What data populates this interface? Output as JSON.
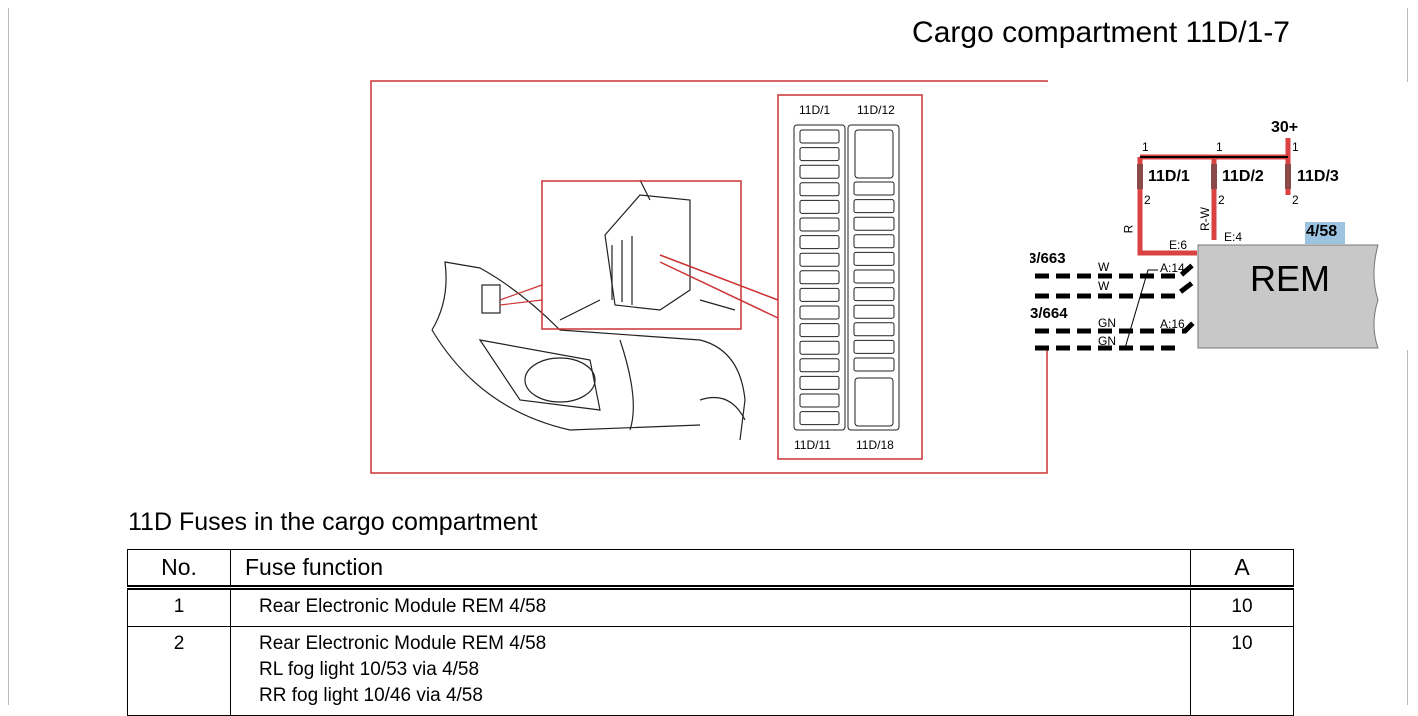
{
  "header": {
    "section_cut": "Fuses",
    "title": "Cargo compartment 11D/1-7"
  },
  "fusebox": {
    "top_left": "11D/1",
    "top_right": "11D/12",
    "bottom_left": "11D/11",
    "bottom_right": "11D/18"
  },
  "schematic": {
    "supply": "30+",
    "fuses": [
      "11D/1",
      "11D/2",
      "11D/3"
    ],
    "pin1": "1",
    "pin2": "2",
    "wire_r": "R",
    "wire_rw": "R-W",
    "conn_e6": "E:6",
    "conn_e4": "E:4",
    "module_id": "4/58",
    "module": "REM",
    "sensor1": "3/663",
    "sensor2": "3/664",
    "w1": "W",
    "w2": "W",
    "gn1": "GN",
    "gn2": "GN",
    "a14": "A:14",
    "a16": "A:16"
  },
  "section_title": "11D Fuses in the cargo compartment",
  "table": {
    "headers": [
      "No.",
      "Fuse function",
      "A"
    ],
    "rows": [
      {
        "no": "1",
        "lines": [
          "Rear Electronic Module REM 4/58"
        ],
        "a": "10"
      },
      {
        "no": "2",
        "lines": [
          "Rear Electronic Module REM 4/58",
          "RL fog light 10/53 via 4/58",
          "RR fog light 10/46 via 4/58"
        ],
        "a": "10"
      }
    ]
  },
  "colors": {
    "frame": "#cc3333",
    "wire": "#d42020",
    "module": "#c8c8c8",
    "module_label_bg": "#9cc3df"
  }
}
